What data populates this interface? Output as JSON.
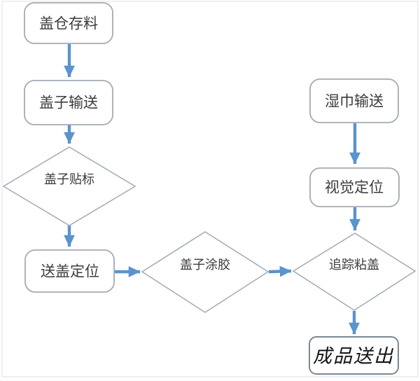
{
  "page": {
    "background": "#f3f3f3",
    "surface": "#ffffff",
    "border_color": "#e2e2e2"
  },
  "diagram": {
    "type": "flowchart",
    "colors": {
      "arrow": "#5b93cd",
      "process_border": "#a2abb5",
      "decision_border": "#a0abb6",
      "final_border": "#7d8893",
      "text": "#3c3c3c",
      "final_text": "#141414",
      "node_fill": "#ffffff"
    },
    "nodes": {
      "cover_storage": {
        "label": "盖仓存料",
        "shape": "rounded-rect"
      },
      "cover_convey": {
        "label": "盖子输送",
        "shape": "rounded-rect"
      },
      "cover_labeling": {
        "label": "盖子贴标",
        "shape": "diamond"
      },
      "cover_feed_position": {
        "label": "送盖定位",
        "shape": "rounded-rect"
      },
      "cover_gluing": {
        "label": "盖子涂胶",
        "shape": "diamond"
      },
      "wipes_convey": {
        "label": "湿巾输送",
        "shape": "rounded-rect"
      },
      "vision_position": {
        "label": "视觉定位",
        "shape": "rounded-rect"
      },
      "tracking_capping": {
        "label": "追踪粘盖",
        "shape": "diamond"
      },
      "product_output": {
        "label": "成品送出",
        "shape": "rounded-rect"
      }
    },
    "edges": [
      {
        "from": "cover_storage",
        "to": "cover_convey"
      },
      {
        "from": "cover_convey",
        "to": "cover_labeling"
      },
      {
        "from": "cover_labeling",
        "to": "cover_feed_position"
      },
      {
        "from": "cover_feed_position",
        "to": "cover_gluing"
      },
      {
        "from": "cover_gluing",
        "to": "tracking_capping"
      },
      {
        "from": "wipes_convey",
        "to": "vision_position"
      },
      {
        "from": "vision_position",
        "to": "tracking_capping"
      },
      {
        "from": "tracking_capping",
        "to": "product_output"
      }
    ]
  }
}
